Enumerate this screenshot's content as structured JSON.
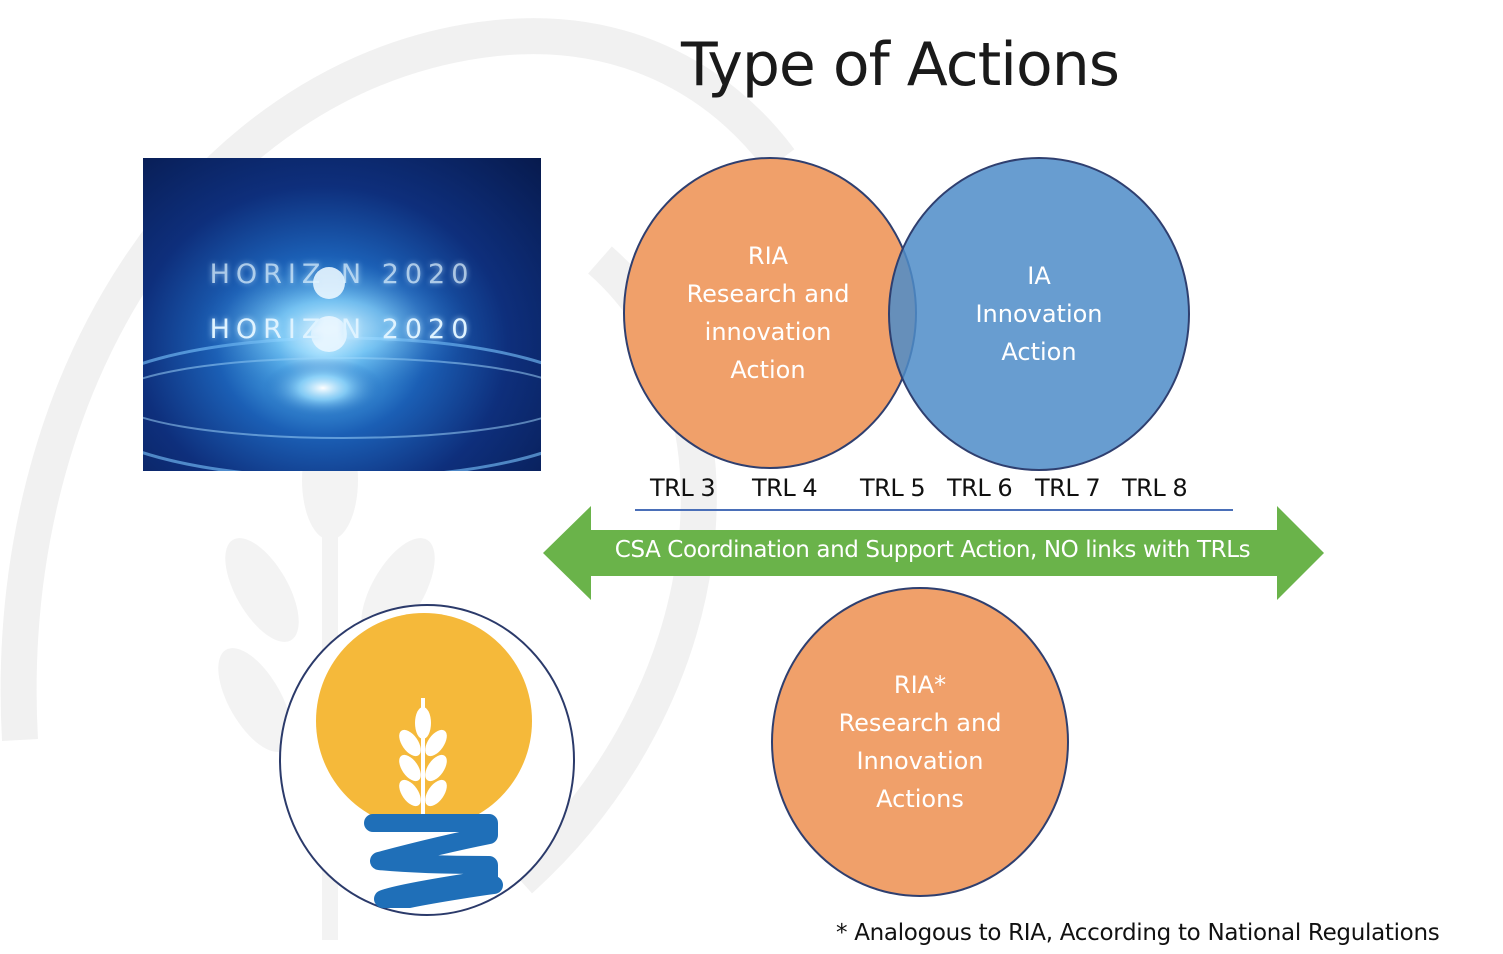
{
  "title": "Type of Actions",
  "horizon_image": {
    "text_upper": "HORIZ  N 2020",
    "text_lower": "HORIZ  N 2020"
  },
  "venn": {
    "ria": {
      "line1": "RIA",
      "line2": "Research and",
      "line3": "innovation",
      "line4": "Action",
      "color": "#f0a06a"
    },
    "ia": {
      "line1": "IA",
      "line2": "Innovation",
      "line3": "Action",
      "color": "#4e8cc8"
    }
  },
  "trl_labels": [
    "TRL 3",
    "TRL 4",
    "TRL 5",
    "TRL 6",
    "TRL 7",
    "TRL 8"
  ],
  "csa_arrow": {
    "text": "CSA Coordination and Support Action, NO links with TRLs",
    "color": "#6ab34a"
  },
  "ria_star": {
    "line1": "RIA*",
    "line2": "Research and",
    "line3": "Innovation",
    "line4": "Actions",
    "color": "#f0a06a"
  },
  "logo": {
    "icon": "wheat-sun-logo-icon",
    "sun_color": "#f5b93a",
    "wave_color": "#1f6fb8"
  },
  "footnote": "* Analogous to RIA, According to National Regulations"
}
